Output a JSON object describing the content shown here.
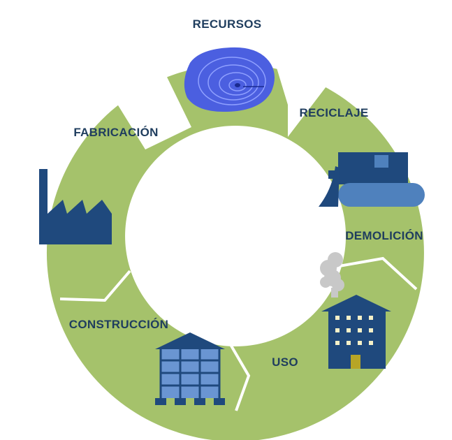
{
  "colors": {
    "ring": "#a5c26b",
    "ring_separator": "#ffffff",
    "label": "#1f3d5e",
    "icon_dark": "#1f497d",
    "icon_mid": "#4f81bd",
    "icon_light": "#6a95d2",
    "window_lit": "#f5f0c8",
    "door": "#b7a526",
    "smoke": "#c8c8c8",
    "wood": "#4b5fe0",
    "wood_rings": "#8fa0ff"
  },
  "stages": [
    {
      "id": "recursos",
      "label": "RECURSOS",
      "icon": "wood-log-icon"
    },
    {
      "id": "reciclaje",
      "label": "RECICLAJE",
      "icon": "bulldozer-icon"
    },
    {
      "id": "demolicion",
      "label": "DEMOLICIÓN",
      "icon": "smoke-icon"
    },
    {
      "id": "uso",
      "label": "USO",
      "icon": "building-icon"
    },
    {
      "id": "construccion",
      "label": "CONSTRUCCIÓN",
      "icon": "scaffold-building-icon"
    },
    {
      "id": "fabricacion",
      "label": "FABRICACIÓN",
      "icon": "factory-icon"
    }
  ]
}
